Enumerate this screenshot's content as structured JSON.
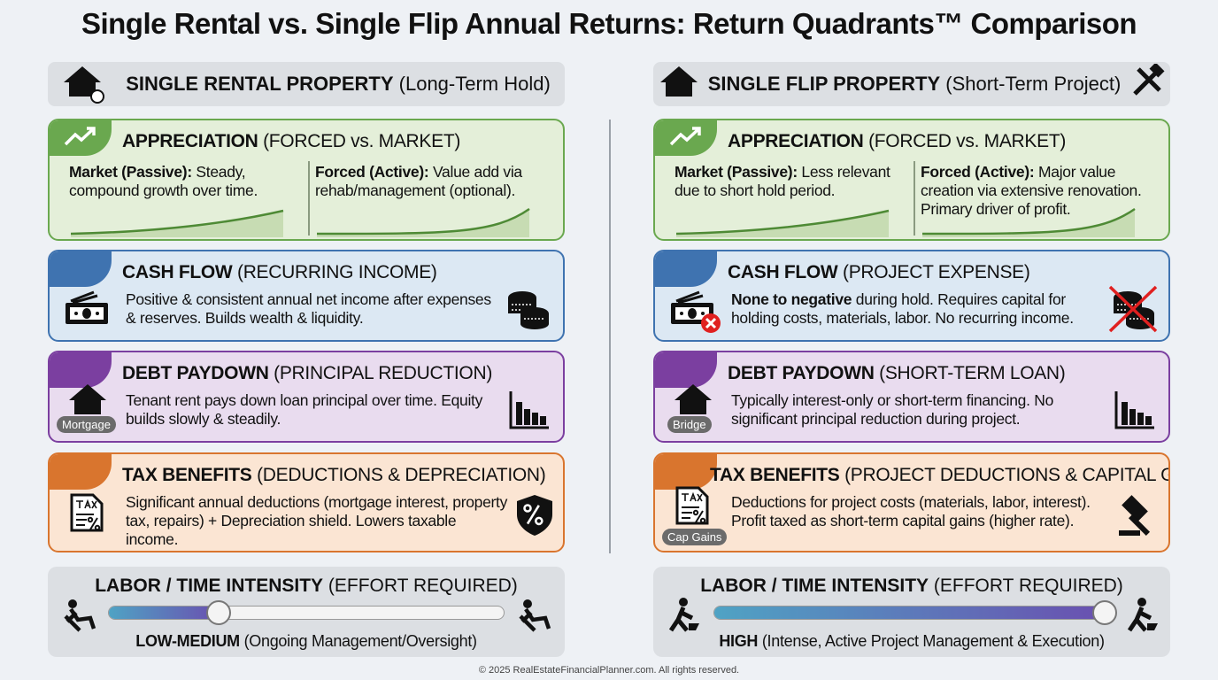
{
  "title": "Single Rental vs. Single Flip Annual Returns: Return Quadrants™ Comparison",
  "footer": "© 2025 RealEstateFinancialPlanner.com. All rights reserved.",
  "colors": {
    "green": "#6aa84f",
    "green_bg": "#e4efd9",
    "blue": "#3f73b0",
    "blue_bg": "#dce8f3",
    "purple": "#7b3fa0",
    "purple_bg": "#e9dcef",
    "orange": "#d9752e",
    "orange_bg": "#fbe5d3"
  },
  "columns": [
    {
      "id": "rental",
      "header_bold": "SINGLE RENTAL PROPERTY",
      "header_light": "(Long-Term Hold)",
      "header_icon": "house-clock-icon",
      "appreciation": {
        "title_bold": "APPRECIATION",
        "title_light": "(FORCED vs. MARKET)",
        "market_lead": "Market (Passive):",
        "market_text": "Steady, compound growth over time.",
        "forced_lead": "Forced (Active):",
        "forced_text": "Value add via rehab/management (optional)."
      },
      "cashflow": {
        "title_bold": "CASH FLOW",
        "title_light": "(RECURRING INCOME)",
        "lead": "",
        "text": "Positive & consistent annual net income after expenses & reserves. Builds wealth & liquidity."
      },
      "debt": {
        "title_bold": "DEBT PAYDOWN",
        "title_light": "(PRINCIPAL REDUCTION)",
        "pill": "Mortgage",
        "text": "Tenant rent pays down loan principal over time. Equity builds slowly & steadily."
      },
      "tax": {
        "title_bold": "TAX BENEFITS",
        "title_light": "(DEDUCTIONS & DEPRECIATION)",
        "pill": "",
        "text": "Significant annual deductions (mortgage interest, property tax, repairs) + Depreciation shield. Lowers taxable income."
      },
      "labor": {
        "title_bold": "LABOR / TIME INTENSITY",
        "title_light": "(EFFORT REQUIRED)",
        "level": 0.28,
        "level_bold": "LOW-MEDIUM",
        "level_light": "(Ongoing Management/Oversight)"
      }
    },
    {
      "id": "flip",
      "header_bold": "SINGLE FLIP PROPERTY",
      "header_light": "(Short-Term Project)",
      "header_icon": "house-icon",
      "appreciation": {
        "title_bold": "APPRECIATION",
        "title_light": "(FORCED vs. MARKET)",
        "market_lead": "Market (Passive):",
        "market_text": "Less relevant due to short hold period.",
        "forced_lead": "Forced (Active):",
        "forced_text": "Major value creation via extensive renovation. Primary driver of profit."
      },
      "cashflow": {
        "title_bold": "CASH FLOW",
        "title_light": "(PROJECT EXPENSE)",
        "lead": "None to negative",
        "text": "during hold. Requires capital for holding costs, materials, labor. No recurring income."
      },
      "debt": {
        "title_bold": "DEBT PAYDOWN",
        "title_light": "(SHORT-TERM LOAN)",
        "pill": "Bridge",
        "text": "Typically interest-only or short-term financing. No significant principal reduction during project."
      },
      "tax": {
        "title_bold": "TAX BENEFITS",
        "title_light": "(PROJECT DEDUCTIONS & CAPITAL GAINS)",
        "pill": "Cap Gains",
        "text": "Deductions for project costs (materials, labor, interest). Profit taxed as short-term capital gains (higher rate)."
      },
      "labor": {
        "title_bold": "LABOR / TIME INTENSITY",
        "title_light": "(EFFORT REQUIRED)",
        "level": 1.0,
        "level_bold": "HIGH",
        "level_light": "(Intense, Active Project Management & Execution)"
      }
    }
  ]
}
